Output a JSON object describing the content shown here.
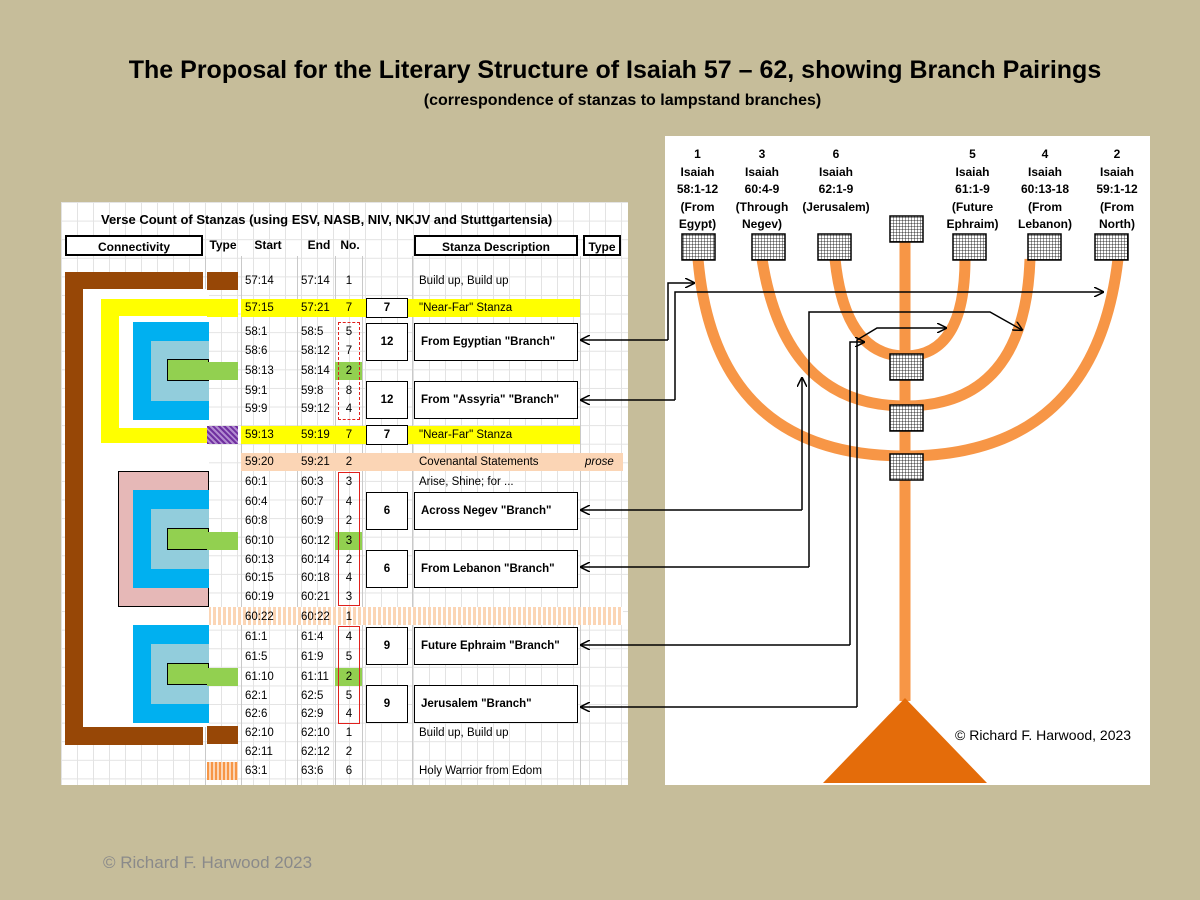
{
  "title": "The Proposal for the Literary Structure of Isaiah 57 – 62, showing Branch Pairings",
  "subtitle": "(correspondence of stanzas to lampstand branches)",
  "footer": "© Richard F. Harwood 2023",
  "sheet": {
    "title": "Verse Count of Stanzas (using ESV, NASB, NIV, NKJV and Stuttgartensia)",
    "headers": {
      "connectivity": "Connectivity",
      "type": "Type",
      "start": "Start",
      "end": "End",
      "no": "No.",
      "desc": "Stanza Description",
      "type2": "Type"
    },
    "rows": [
      {
        "start": "57:14",
        "end": "57:14",
        "no": "1",
        "desc": "Build up, Build up"
      },
      {
        "start": "57:15",
        "end": "57:21",
        "no": "7",
        "desc": "\"Near-Far\" Stanza"
      },
      {
        "start": "58:1",
        "end": "58:5",
        "no": "5",
        "desc": ""
      },
      {
        "start": "58:6",
        "end": "58:12",
        "no": "7",
        "desc": ""
      },
      {
        "start": "58:13",
        "end": "58:14",
        "no": "2",
        "desc": ""
      },
      {
        "start": "59:1",
        "end": "59:8",
        "no": "8",
        "desc": ""
      },
      {
        "start": "59:9",
        "end": "59:12",
        "no": "4",
        "desc": ""
      },
      {
        "start": "59:13",
        "end": "59:19",
        "no": "7",
        "desc": "\"Near-Far\" Stanza"
      },
      {
        "start": "59:20",
        "end": "59:21",
        "no": "2",
        "desc": "Covenantal Statements",
        "type": "prose"
      },
      {
        "start": "60:1",
        "end": "60:3",
        "no": "3",
        "desc": "Arise, Shine; for ..."
      },
      {
        "start": "60:4",
        "end": "60:7",
        "no": "4",
        "desc": ""
      },
      {
        "start": "60:8",
        "end": "60:9",
        "no": "2",
        "desc": ""
      },
      {
        "start": "60:10",
        "end": "60:12",
        "no": "3",
        "desc": ""
      },
      {
        "start": "60:13",
        "end": "60:14",
        "no": "2",
        "desc": ""
      },
      {
        "start": "60:15",
        "end": "60:18",
        "no": "4",
        "desc": ""
      },
      {
        "start": "60:19",
        "end": "60:21",
        "no": "3",
        "desc": ""
      },
      {
        "start": "60:22",
        "end": "60:22",
        "no": "1",
        "desc": ""
      },
      {
        "start": "61:1",
        "end": "61:4",
        "no": "4",
        "desc": ""
      },
      {
        "start": "61:5",
        "end": "61:9",
        "no": "5",
        "desc": ""
      },
      {
        "start": "61:10",
        "end": "61:11",
        "no": "2",
        "desc": ""
      },
      {
        "start": "62:1",
        "end": "62:5",
        "no": "5",
        "desc": ""
      },
      {
        "start": "62:6",
        "end": "62:9",
        "no": "4",
        "desc": ""
      },
      {
        "start": "62:10",
        "end": "62:10",
        "no": "1",
        "desc": "Build up, Build up"
      },
      {
        "start": "62:11",
        "end": "62:12",
        "no": "2",
        "desc": ""
      },
      {
        "start": "63:1",
        "end": "63:6",
        "no": "6",
        "desc": "Holy Warrior from Edom"
      }
    ],
    "groups": [
      {
        "total": "7",
        "label": ""
      },
      {
        "total": "12",
        "label": "From Egyptian \"Branch\""
      },
      {
        "total": "12",
        "label": "From \"Assyria\" \"Branch\""
      },
      {
        "total": "7",
        "label": ""
      },
      {
        "total": "6",
        "label": "Across Negev \"Branch\""
      },
      {
        "total": "6",
        "label": "From Lebanon \"Branch\""
      },
      {
        "total": "9",
        "label": "Future Ephraim \"Branch\""
      },
      {
        "total": "9",
        "label": "Jerusalem \"Branch\""
      }
    ]
  },
  "menorah": {
    "branches": [
      {
        "num": "1",
        "l1": "Isaiah",
        "l2": "58:1-12",
        "l3": "(From",
        "l4": "Egypt)"
      },
      {
        "num": "3",
        "l1": "Isaiah",
        "l2": "60:4-9",
        "l3": "(Through",
        "l4": "Negev)"
      },
      {
        "num": "6",
        "l1": "Isaiah",
        "l2": "62:1-9",
        "l3": "(Jerusalem)",
        "l4": ""
      },
      {
        "num": "5",
        "l1": "Isaiah",
        "l2": "61:1-9",
        "l3": "(Future",
        "l4": "Ephraim)"
      },
      {
        "num": "4",
        "l1": "Isaiah",
        "l2": "60:13-18",
        "l3": "(From",
        "l4": "Lebanon)"
      },
      {
        "num": "2",
        "l1": "Isaiah",
        "l2": "59:1-12",
        "l3": "(From",
        "l4": "North)"
      }
    ],
    "copyright": "© Richard F. Harwood, 2023"
  },
  "colors": {
    "brown": "#974706",
    "yellow": "#ffff00",
    "blue": "#00b0f0",
    "lightblue": "#92cddc",
    "green": "#92d050",
    "pink": "#e6b8b7",
    "peach": "#fbd5b5",
    "orange": "#f79646",
    "base": "#e46c0a",
    "background": "#c6bd9a"
  }
}
